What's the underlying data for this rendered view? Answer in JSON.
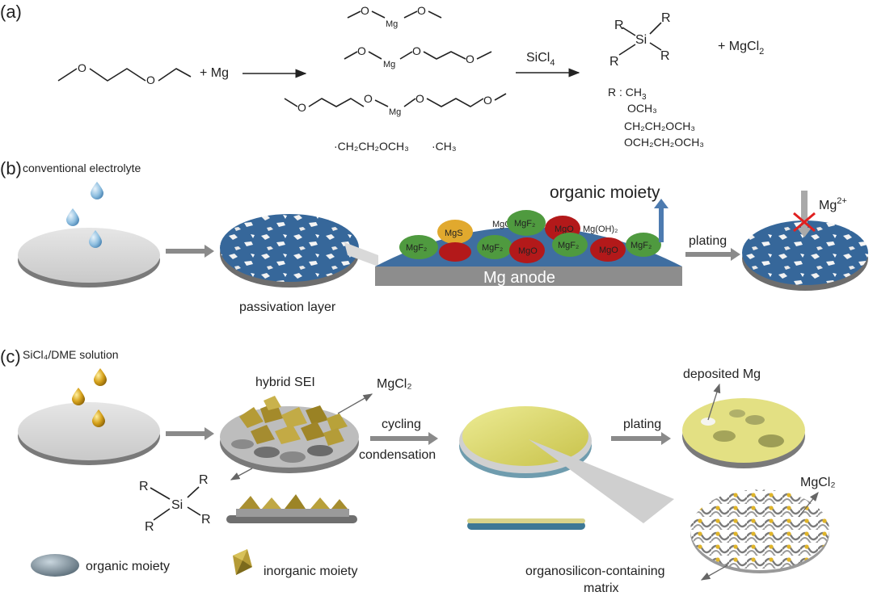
{
  "panel_a": {
    "tag": "(a)",
    "plus_mg": "+ Mg",
    "reagent": "SiCl",
    "reagent_sub": "4",
    "mg_atom": "Mg",
    "si_atom": "Si",
    "r": "R",
    "plus_mgcl2": "+ MgCl",
    "mgcl2_sub": "2",
    "radical_1": "·CH₂CH₂OCH₃",
    "radical_2": "·CH₃",
    "r_def_label": "R : CH",
    "r_def_label_sub": "3",
    "r_def_2": "OCH₃",
    "r_def_3": "CH₂CH₂OCH₃",
    "r_def_4": "OCH₂CH₂OCH₃"
  },
  "panel_b": {
    "tag": "(b)",
    "electrolyte": "conventional electrolyte",
    "passivation": "passivation layer",
    "organic_moiety": "organic moiety",
    "anode": "Mg anode",
    "plating": "plating",
    "ion": "Mg",
    "ion_sup": "2+",
    "species": {
      "mgco3": "MgCO₃",
      "mgs": "MgS",
      "mgf2": "MgF₂",
      "mgo": "MgO",
      "mgoh2": "Mg(OH)₂"
    }
  },
  "panel_c": {
    "tag": "(c)",
    "solution": "SiCl₄/DME solution",
    "hybrid_sei": "hybrid SEI",
    "mgcl2_top": "MgCl₂",
    "cycling": "cycling",
    "condensation": "condensation",
    "plating": "plating",
    "deposited": "deposited Mg",
    "mgcl2_bottom": "MgCl₂",
    "si_atom": "Si",
    "r": "R",
    "matrix_1": "organosilicon-containing",
    "matrix_2": "matrix"
  },
  "legend": {
    "organic": "organic moiety",
    "inorganic": "inorganic moiety"
  },
  "colors": {
    "substrate": "#d3d3d3",
    "passivation_blue": "#3a6a9c",
    "mgf2_green": "#4a9a3c",
    "mgo_red": "#b01a1a",
    "mgs_yellow": "#e0a82a",
    "sei_gold": "#b8a23a",
    "deposit_yellow": "#e2e07a"
  }
}
